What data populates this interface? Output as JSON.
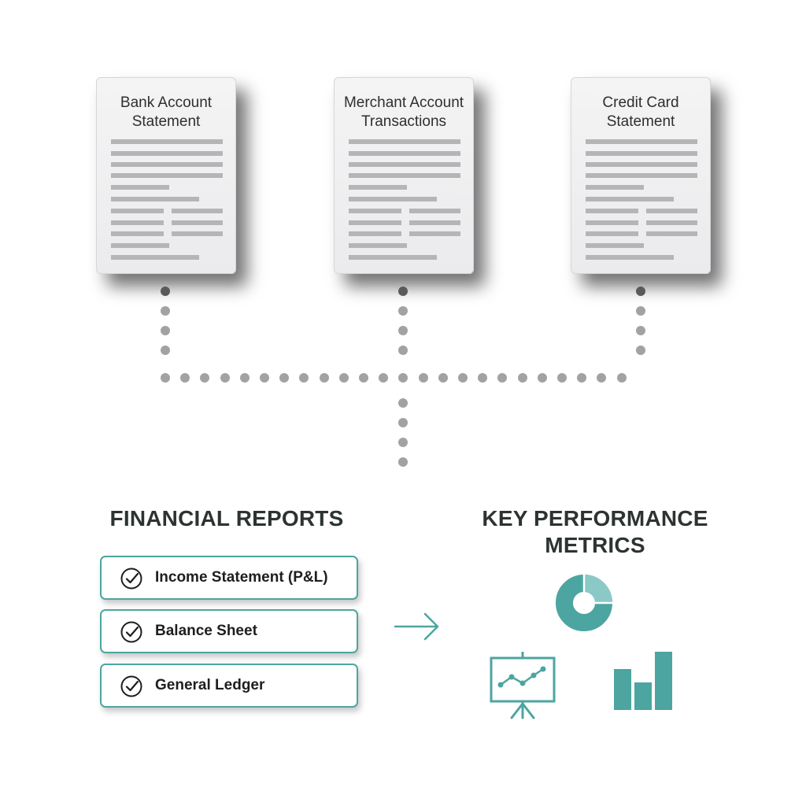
{
  "documents": [
    {
      "title_line1": "Bank Account",
      "title_line2": "Statement"
    },
    {
      "title_line1": "Merchant Account",
      "title_line2": "Transactions"
    },
    {
      "title_line1": "Credit Card",
      "title_line2": "Statement"
    }
  ],
  "financial_reports": {
    "heading": "FINANCIAL REPORTS",
    "items": [
      {
        "label": "Income Statement (P&L)"
      },
      {
        "label": "Balance Sheet"
      },
      {
        "label": "General Ledger"
      }
    ]
  },
  "kpi": {
    "heading_line1": "KEY PERFORMANCE",
    "heading_line2": "METRICS",
    "icons": [
      "donut-chart-icon",
      "presentation-board-icon",
      "bar-chart-icon"
    ]
  },
  "colors": {
    "teal": "#4da5a1",
    "dot_gray": "#a2a2a4",
    "text_dark": "#2d3332"
  }
}
